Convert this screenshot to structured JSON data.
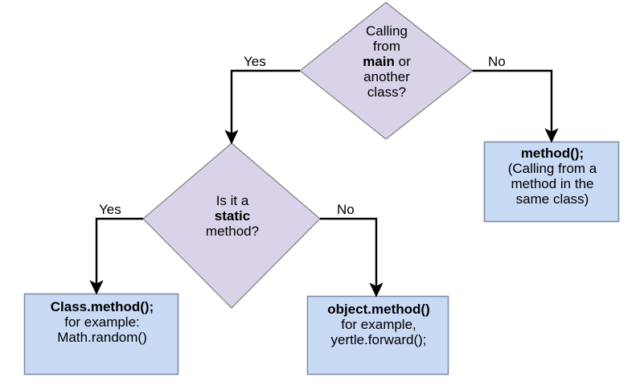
{
  "diagram": {
    "title": "Java method call decision flowchart",
    "colors": {
      "decision_fill": "#d9d2e9",
      "decision_stroke": "#7f7f7f",
      "process_fill": "#c9daf4",
      "process_stroke": "#7f8fa6",
      "line": "#000000",
      "background": "#ffffff"
    },
    "nodes": [
      {
        "id": "decision1",
        "type": "decision",
        "lines": [
          {
            "text": "Calling",
            "bold": false
          },
          {
            "text": "from",
            "bold": false
          },
          {
            "text": "main or",
            "bold": "partial",
            "bold_part": "main",
            "rest": " or"
          },
          {
            "text": "another",
            "bold": false
          },
          {
            "text": "class?",
            "bold": false
          }
        ]
      },
      {
        "id": "decision2",
        "type": "decision",
        "lines": [
          {
            "text": "Is it a",
            "bold": false
          },
          {
            "text": "static",
            "bold": true
          },
          {
            "text": "method?",
            "bold": false
          }
        ]
      },
      {
        "id": "proc-same-class",
        "type": "process",
        "lines": [
          {
            "text": "method();",
            "bold": true
          },
          {
            "text": "(Calling from a",
            "bold": false
          },
          {
            "text": "method in the",
            "bold": false
          },
          {
            "text": "same class)",
            "bold": false
          }
        ]
      },
      {
        "id": "proc-static",
        "type": "process",
        "lines": [
          {
            "text": "Class.method();",
            "bold": true
          },
          {
            "text": "for example:",
            "bold": false
          },
          {
            "text": "Math.random()",
            "bold": false
          }
        ]
      },
      {
        "id": "proc-object",
        "type": "process",
        "lines": [
          {
            "text": "object.method()",
            "bold": true
          },
          {
            "text": "for example,",
            "bold": false
          },
          {
            "text": "yertle.forward();",
            "bold": false
          }
        ]
      }
    ],
    "edges": [
      {
        "id": "edge-yes-1",
        "label": "Yes",
        "from": "decision1",
        "to": "decision2"
      },
      {
        "id": "edge-no-1",
        "label": "No",
        "from": "decision1",
        "to": "proc-same-class"
      },
      {
        "id": "edge-yes-2",
        "label": "Yes",
        "from": "decision2",
        "to": "proc-static"
      },
      {
        "id": "edge-no-2",
        "label": "No",
        "from": "decision2",
        "to": "proc-object"
      }
    ]
  },
  "text": {
    "decision1": {
      "l1": "Calling",
      "l2": "from",
      "l3_bold": "main",
      "l3_rest": " or",
      "l4": "another",
      "l5": "class?"
    },
    "decision2": {
      "l1": "Is it a",
      "l2_bold": "static",
      "l3": "method?"
    },
    "proc_same_class": {
      "l1_bold": "method();",
      "l2": "(Calling from a",
      "l3": "method in the",
      "l4": "same class)"
    },
    "proc_static": {
      "l1_bold": "Class.method();",
      "l2": "for example:",
      "l3": "Math.random()"
    },
    "proc_object": {
      "l1_bold": "object.method()",
      "l2": "for example,",
      "l3": "yertle.forward();"
    },
    "labels": {
      "yes_1": "Yes",
      "no_1": "No",
      "yes_2": "Yes",
      "no_2": "No"
    }
  }
}
